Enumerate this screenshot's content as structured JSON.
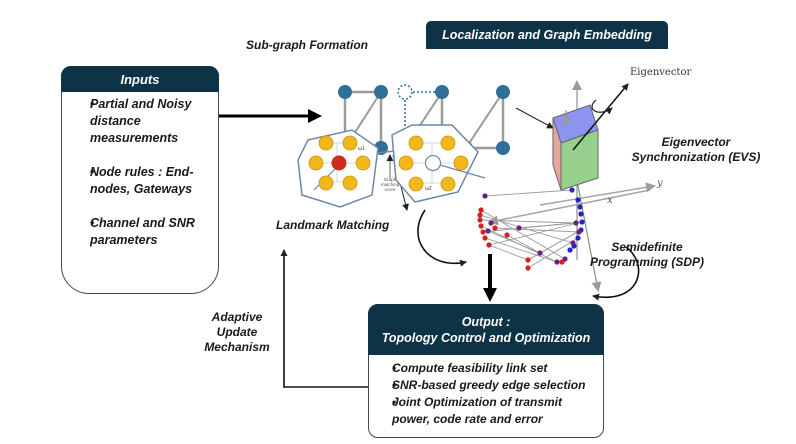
{
  "inputs": {
    "title": "Inputs",
    "items": [
      "Partial and Noisy distance measurements",
      "Node rules : End-nodes, Gateways",
      "Channel and SNR parameters"
    ]
  },
  "subgraph": {
    "label": "Sub-graph Formation"
  },
  "localization": {
    "title": "Localization and Graph Embedding"
  },
  "evs": {
    "label_line1": "Eigenvector",
    "label_line2": "Synchronization (EVS)",
    "axis_eigenvector": "Eigenvector",
    "axis_y": "y",
    "axis_x": "x"
  },
  "landmark": {
    "label": "Landmark Matching",
    "score_line1": "Graph",
    "score_line2": "matching",
    "score_line3": "score",
    "w1": "ω1",
    "w2": "ω2"
  },
  "sdp": {
    "label_line1": "Semidefinite",
    "label_line2": "Programming (SDP)"
  },
  "adaptive": {
    "line1": "Adaptive",
    "line2": "Update",
    "line3": "Mechanism"
  },
  "output": {
    "title_line1": "Output :",
    "title_line2": "Topology Control and Optimization",
    "items": [
      "Compute feasibility link set",
      "SNR-based greedy edge selection",
      "Joint Optimization of transmit power, code rate and error"
    ]
  },
  "colors": {
    "header_bg": "#0e3347",
    "node_blue": "#2f6f98",
    "landmark_yellow": "#f2b81a",
    "landmark_red": "#d12a1e",
    "cube_blue": "#8c94f0",
    "cube_green": "#96d08c",
    "cube_red": "#e8a79c",
    "sdp_red": "#d42121",
    "sdp_blue": "#2424c8",
    "sdp_purple": "#6a1f8a"
  }
}
